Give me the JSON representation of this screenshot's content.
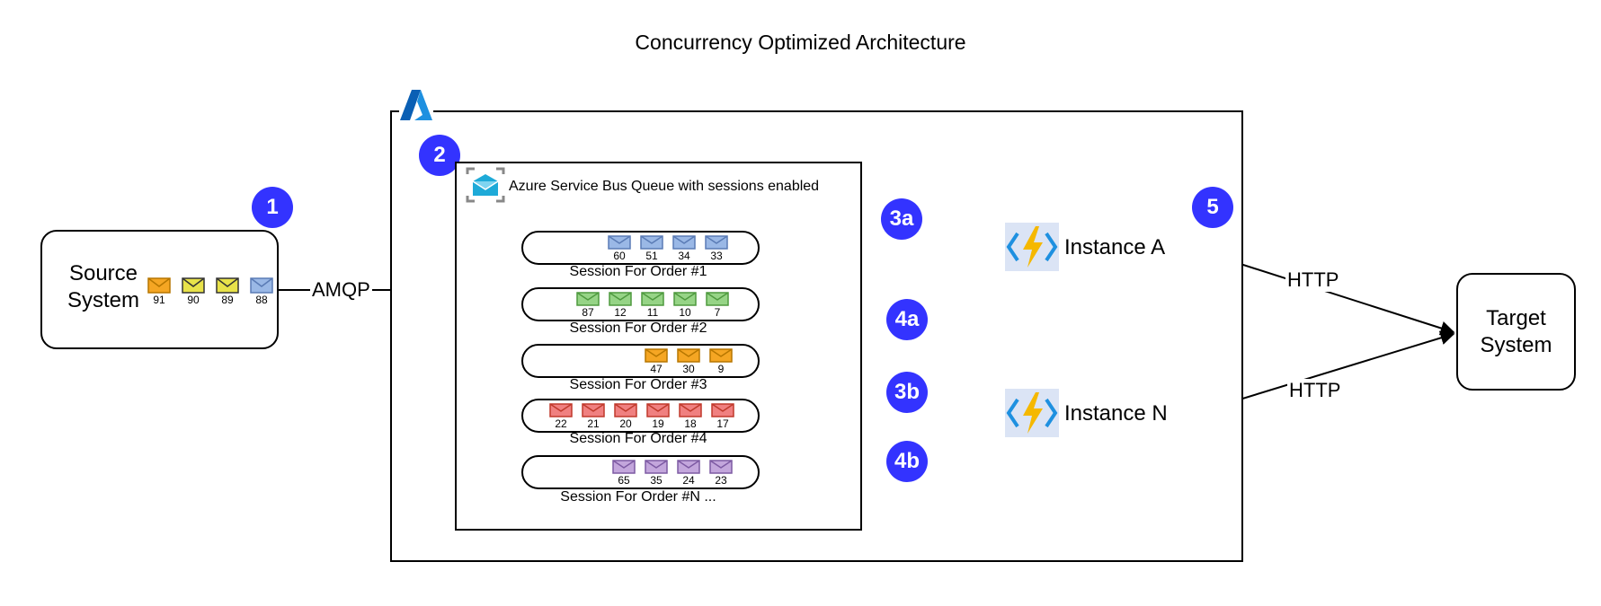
{
  "title": "Concurrency Optimized Architecture",
  "colors": {
    "badge": "#3333ff",
    "env_orange": "#f5a623",
    "env_yellow": "#e8e24a",
    "env_blue": "#9ab8e6",
    "env_green": "#96d486",
    "env_red": "#f08080",
    "env_purple": "#c3a6dc"
  },
  "source": {
    "line1": "Source",
    "line2": "System",
    "badge": "1",
    "messages": [
      {
        "id": "91",
        "color": "orange"
      },
      {
        "id": "90",
        "color": "yellow"
      },
      {
        "id": "89",
        "color": "yellow"
      },
      {
        "id": "88",
        "color": "blue"
      }
    ]
  },
  "protocol_in": "AMQP",
  "azure": {
    "badge": "2",
    "icon": "azure-logo-icon"
  },
  "queue": {
    "title": "Azure Service Bus Queue with sessions enabled",
    "icon": "service-bus-icon",
    "sessions": [
      {
        "label": "Session For Order #1",
        "color": "blue",
        "messages": [
          "60",
          "51",
          "34",
          "33"
        ]
      },
      {
        "label": "Session For Order #2",
        "color": "green",
        "messages": [
          "87",
          "12",
          "11",
          "10",
          "7"
        ]
      },
      {
        "label": "Session For Order #3",
        "color": "orange",
        "messages": [
          "47",
          "30",
          "9"
        ]
      },
      {
        "label": "Session For Order #4",
        "color": "red",
        "messages": [
          "22",
          "21",
          "20",
          "19",
          "18",
          "17"
        ]
      },
      {
        "label": "Session For Order #N ...",
        "color": "purple",
        "messages": [
          "65",
          "35",
          "24",
          "23"
        ]
      }
    ]
  },
  "steps": {
    "s3a": "3a",
    "s4a": "4a",
    "s3b": "3b",
    "s4b": "4b",
    "s5": "5"
  },
  "instances": [
    {
      "label": "Instance A",
      "icon": "azure-function-icon"
    },
    {
      "label": "Instance N",
      "icon": "azure-function-icon"
    }
  ],
  "protocol_out": [
    "HTTP",
    "HTTP"
  ],
  "target": {
    "line1": "Target",
    "line2": "System"
  }
}
